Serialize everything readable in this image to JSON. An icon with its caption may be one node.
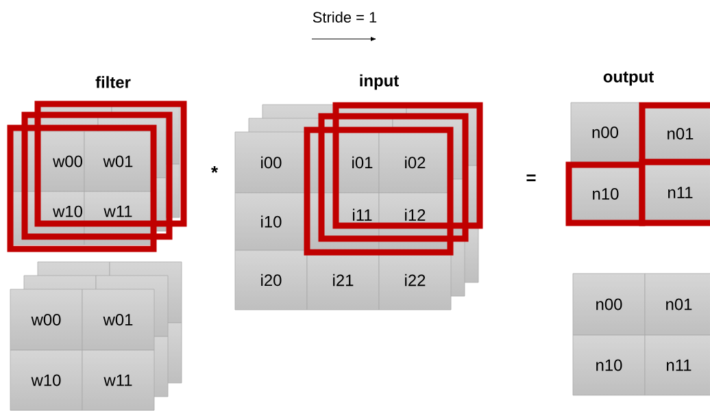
{
  "diagram": {
    "nodes": [
      {
        "text": [
          "w00"
        ]
      },
      {
        "text": [
          "w01"
        ]
      },
      {
        "text": [
          "w10"
        ]
      },
      {
        "text": [
          "w11"
        ]
      },
      {
        "text": [
          "w00"
        ]
      },
      {
        "text": [
          "w01"
        ]
      },
      {
        "text": [
          "w10"
        ]
      },
      {
        "text": [
          "w11"
        ]
      },
      {
        "text": [
          "i00"
        ]
      },
      {
        "text": [
          "i01"
        ]
      },
      {
        "text": [
          "i02"
        ]
      },
      {
        "text": [
          "i10"
        ]
      },
      {
        "text": [
          "i11"
        ]
      },
      {
        "text": [
          "i12"
        ]
      },
      {
        "text": [
          "i20"
        ]
      },
      {
        "text": [
          "i21"
        ]
      },
      {
        "text": [
          "i22"
        ]
      },
      {
        "text": [
          "n00"
        ]
      },
      {
        "text": [
          "n01"
        ]
      },
      {
        "text": [
          "n10"
        ]
      },
      {
        "text": [
          "n11"
        ]
      },
      {
        "text": [
          "n00"
        ]
      },
      {
        "text": [
          "n01"
        ]
      },
      {
        "text": [
          "n10"
        ]
      },
      {
        "text": [
          "n11"
        ]
      }
    ],
    "labels": [
      "Stride = 1",
      "filter",
      "input",
      "output",
      "*",
      "="
    ]
  }
}
